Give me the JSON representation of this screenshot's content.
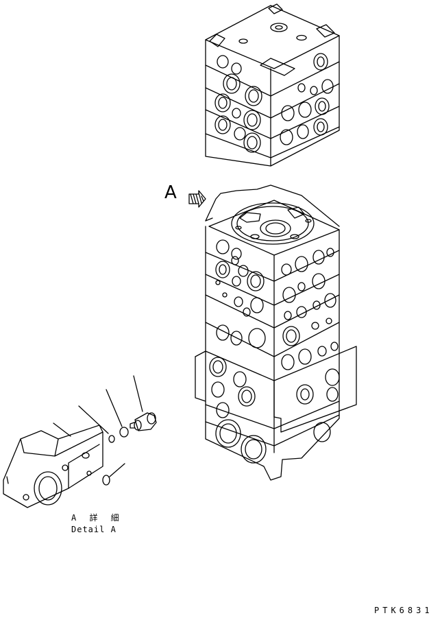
{
  "view_marker": {
    "letter": "A"
  },
  "detail": {
    "label_ja": "A 詳 細",
    "label_en": "Detail A"
  },
  "drawing_code": "PTK6831",
  "colors": {
    "line": "#000000",
    "paper": "#ffffff"
  },
  "icons": {
    "view_arrow": "hatched-arrow-icon"
  }
}
